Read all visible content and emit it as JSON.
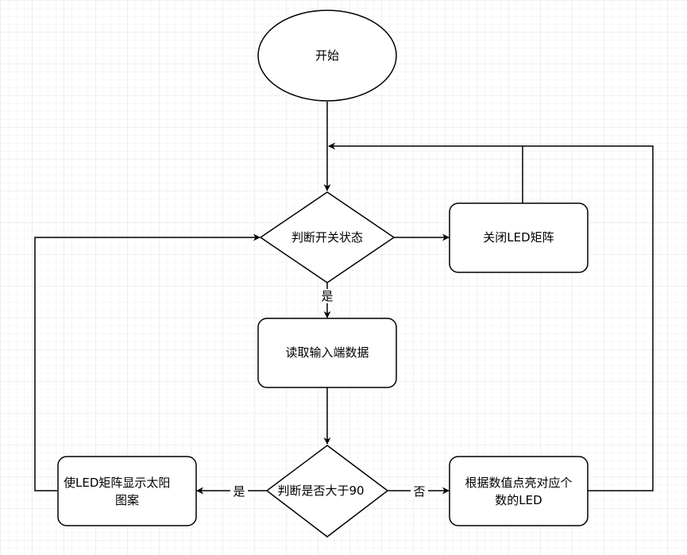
{
  "nodes": {
    "start": {
      "label": "开始"
    },
    "check_switch": {
      "label": "判断开关状态"
    },
    "close_led": {
      "label": "关闭LED矩阵"
    },
    "read_input": {
      "label": "读取输入端数据"
    },
    "check_gt90": {
      "label": "判断是否大于90"
    },
    "show_sun": {
      "label_line1": "使LED矩阵显示太阳",
      "label_line2": "图案"
    },
    "light_by_value": {
      "label_line1": "根据数值点亮对应个",
      "label_line2": "数的LED"
    }
  },
  "edge_labels": {
    "switch_yes": "是",
    "gt90_yes": "是",
    "gt90_no": "否"
  }
}
